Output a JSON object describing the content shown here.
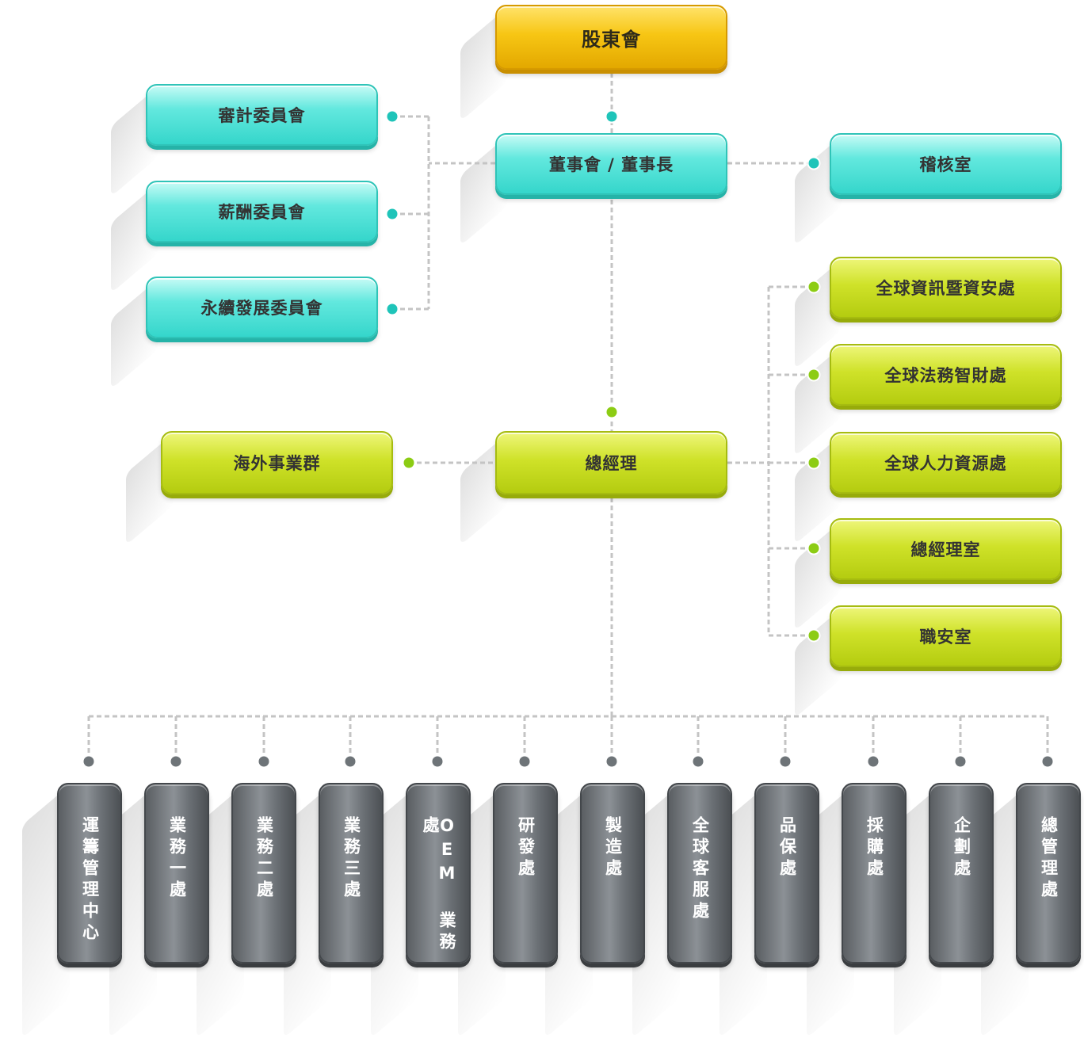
{
  "shareholders": "股東會",
  "board": "董事會 / 董事長",
  "committees": [
    "審計委員會",
    "薪酬委員會",
    "永續發展委員會"
  ],
  "audit_office": "稽核室",
  "president": "總經理",
  "overseas": "海外事業群",
  "staff_units": [
    "全球資訊暨資安處",
    "全球法務智財處",
    "全球人力資源處",
    "總經理室",
    "職安室"
  ],
  "departments": [
    "運籌管理中心",
    "業務一處",
    "業務二處",
    "業務三處",
    "OEM 業務處",
    "研發處",
    "製造處",
    "全球客服處",
    "品保處",
    "採購處",
    "企劃處",
    "總管理處"
  ],
  "colors": {
    "gold": "#f7c614",
    "teal": "#35d6cb",
    "lime": "#cfe229",
    "gray": "#6b7075",
    "line": "#c4c4c4"
  }
}
